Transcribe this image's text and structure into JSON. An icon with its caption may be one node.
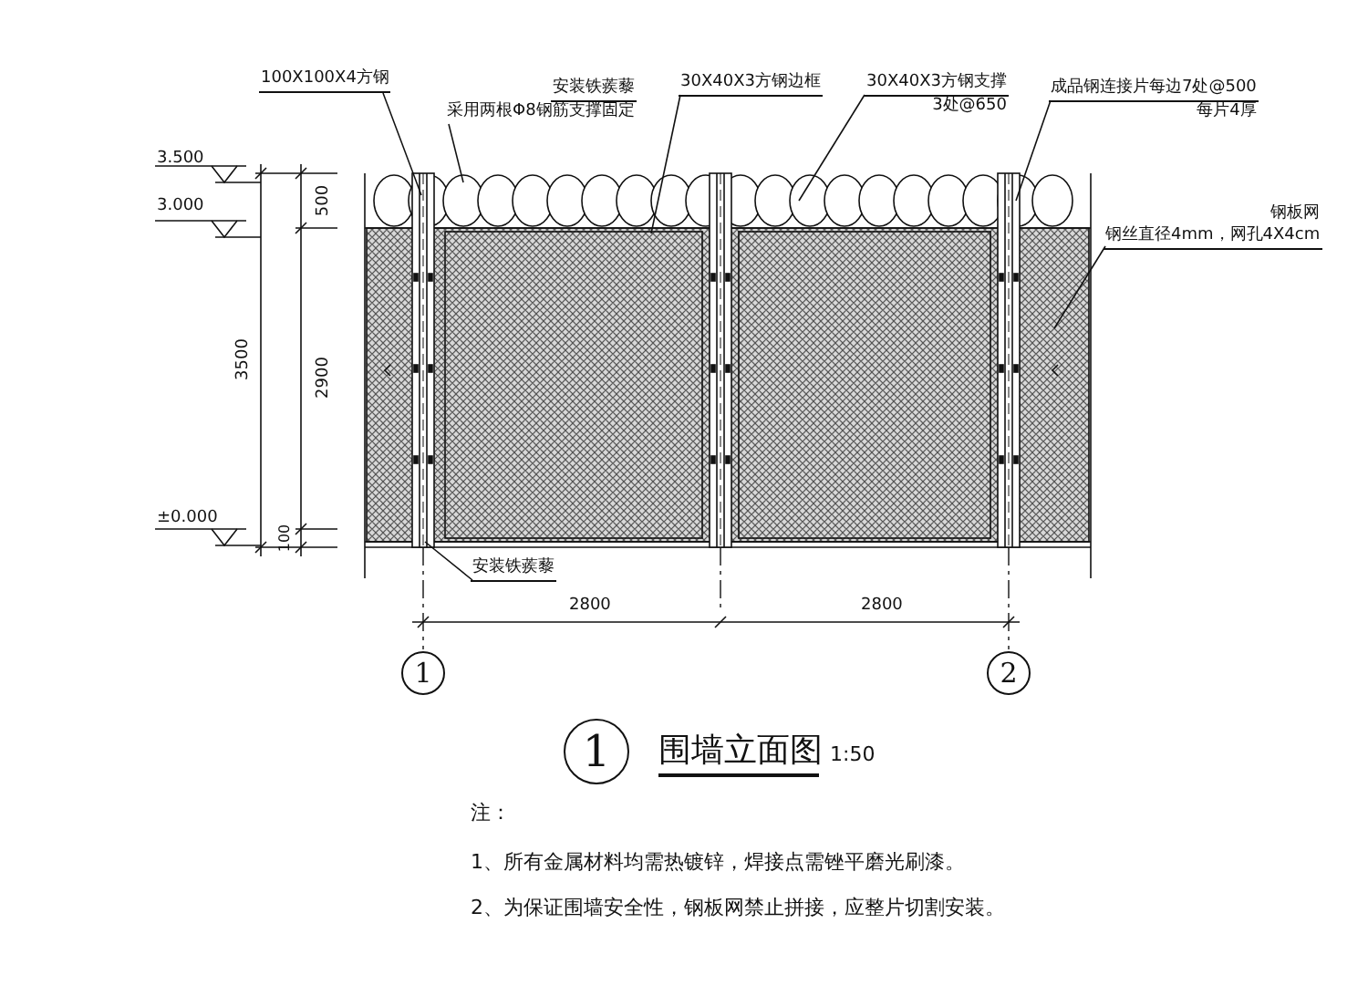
{
  "diagram": {
    "title": "围墙立面图",
    "nodes": [
      {
        "text": [
          "100X100X4方钢"
        ]
      },
      {
        "text": [
          "安装铁蒺藜",
          "采用两根Φ8钢筋支撑固定"
        ]
      },
      {
        "text": [
          "30X40X3方钢边框"
        ]
      },
      {
        "text": [
          "30X40X3方钢支撑",
          "3处@650"
        ]
      },
      {
        "text": [
          "成品钢连接片每边7处@500",
          "每片4厚"
        ]
      },
      {
        "text": [
          "钢板网",
          "钢丝直径4mm，网孔4X4cm"
        ]
      },
      {
        "text": [
          "安装铁蒺藜"
        ]
      },
      {
        "text": [
          "1"
        ]
      },
      {
        "text": [
          "2"
        ]
      },
      {
        "text": [
          "1"
        ]
      }
    ],
    "edges": [
      {
        "from": 0,
        "to": null,
        "arrow": "none"
      },
      {
        "from": 1,
        "to": null,
        "arrow": "none"
      },
      {
        "from": 2,
        "to": null,
        "arrow": "none"
      },
      {
        "from": 3,
        "to": null,
        "arrow": "none"
      },
      {
        "from": 4,
        "to": null,
        "arrow": "none"
      },
      {
        "from": 5,
        "to": null,
        "arrow": "none"
      },
      {
        "from": 6,
        "to": null,
        "arrow": "none"
      }
    ],
    "labels": [
      "3.500",
      "3.000",
      "500",
      "3500",
      "2900",
      "±0.000",
      "100",
      "2800",
      "2800",
      "1:50",
      "注：",
      "1、所有金属材料均需热镀锌，焊接点需锉平磨光刷漆。",
      "2、为保证围墙安全性，钢板网禁止拼接，应整片切割安装。"
    ]
  }
}
